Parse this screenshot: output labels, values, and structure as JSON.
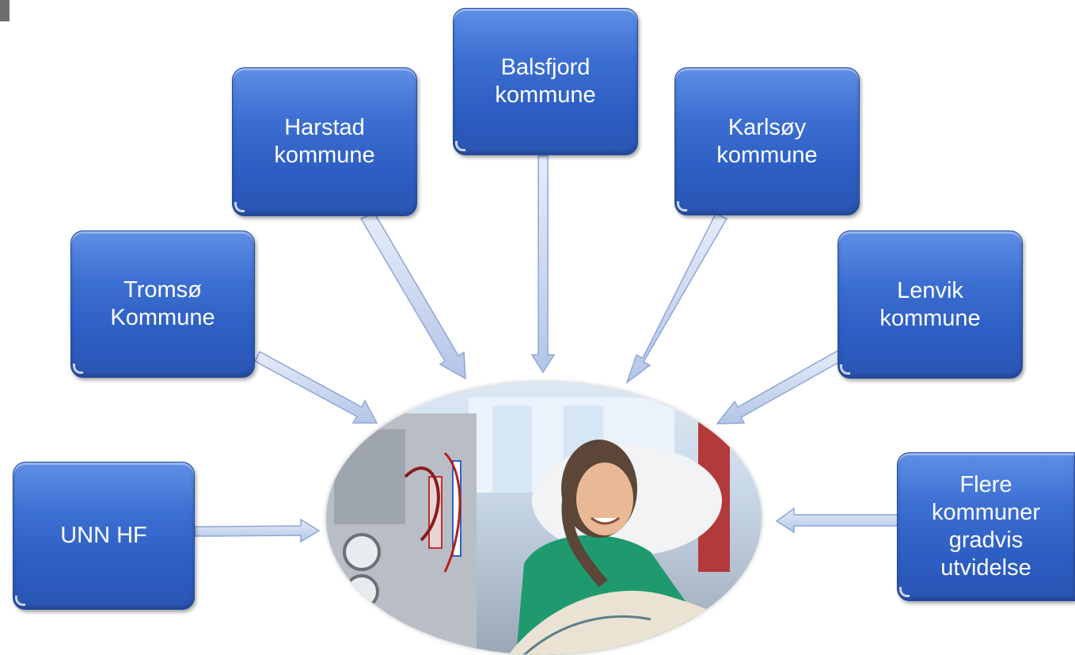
{
  "boxes": {
    "unn": "UNN HF",
    "tromso": "Tromsø\nKommune",
    "harstad": "Harstad\nkommune",
    "balsfjord": "Balsfjord\nkommune",
    "karlsoy": "Karlsøy\nkommune",
    "lenvik": "Lenvik\nkommune",
    "flere": "Flere\nkommuner\ngradvis\nutvidelse"
  },
  "center_image": "dialysis-patient-photo",
  "colors": {
    "box_fill": "#3c6fd2",
    "arrow_fill": "#c5d3ee",
    "arrow_edge": "#8fa6d6"
  }
}
